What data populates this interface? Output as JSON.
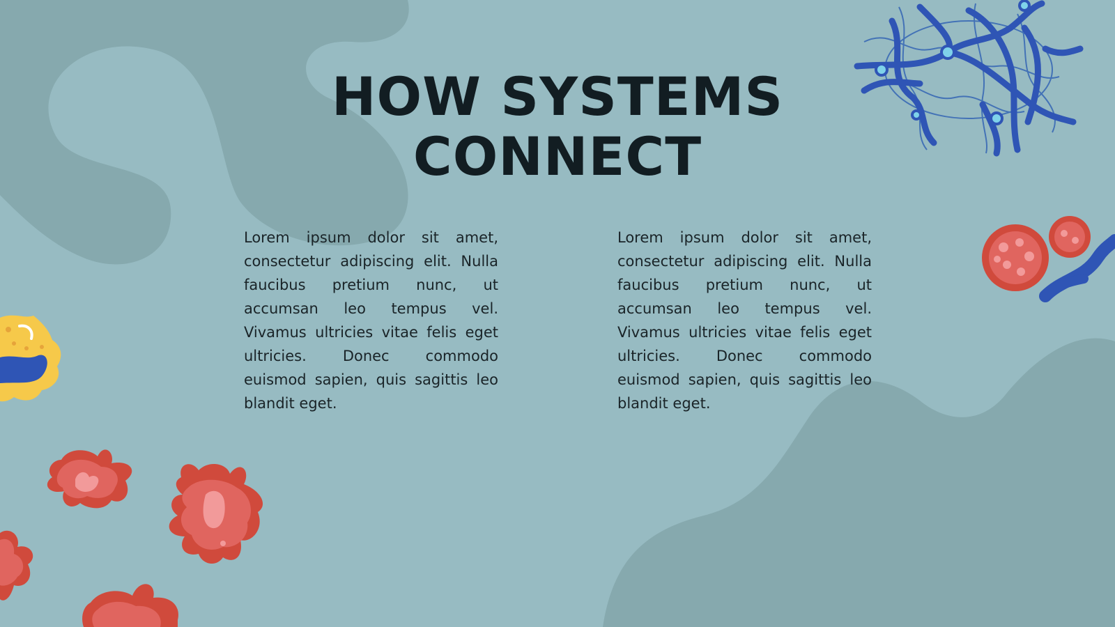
{
  "slide": {
    "title_line1": "HOW SYSTEMS",
    "title_line2": "CONNECT",
    "left_column_text": "Lorem ipsum dolor sit amet, consectetur adipiscing elit. Nulla faucibus pretium nunc, ut accumsan leo tempus vel. Vivamus ultricies vitae felis eget ultricies. Donec commodo euismod sapien, quis sagittis leo blandit eget.",
    "right_column_text": "Lorem ipsum dolor sit amet, consectetur adipiscing elit. Nulla faucibus pretium nunc, ut accumsan leo tempus vel. Vivamus ultricies vitae felis eget ultricies. Donec commodo euismod sapien, quis sagittis leo blandit eget."
  },
  "colors": {
    "background": "#97bbc2",
    "blob": "#86a9ae",
    "title": "#121d22",
    "body_text": "#1a2428",
    "neuron_blue": "#2f55b5",
    "neuron_light": "#7fd2ea",
    "cell_red": "#e0655f",
    "cell_dark_red": "#d04a3c",
    "cell_pink": "#f29a9a",
    "cell_yellow": "#f6c94a"
  },
  "decorations": [
    "neuron-network-illustration",
    "alveoli-cluster-illustration",
    "yellow-blue-cell-illustration",
    "red-blood-cell-illustration"
  ]
}
